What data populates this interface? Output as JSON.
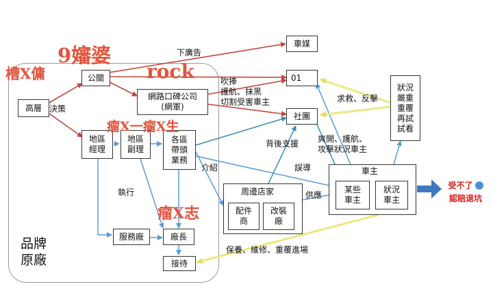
{
  "nodes": {
    "gaoceng": "高層",
    "gongguan": "公關",
    "wanglu": "網路口碑公司\n(網軍)",
    "diqu_jingli": "地區\n經理",
    "diqu_fuli": "地區\n副理",
    "gequ": "各區\n帶頭\n業務",
    "fuwuchang": "服務廠",
    "changzhang": "廠長",
    "jiedai": "接待",
    "chemei": "車媒",
    "o1": "01",
    "shetuan": "社團",
    "zhuangkuang_big": "狀況\n嚴重\n重覆\n再試\n試看",
    "zhoubian": "周邊店家",
    "peijian": "配件\n商",
    "gaizhuang": "改裝\n廠",
    "chezhu": "車主",
    "mouxie": "某些\n車主",
    "zhuangkuang": "狀況\n車主"
  },
  "labels": {
    "juece": "決策",
    "xia_guanggao": "下廣告",
    "chuipeng": "吹捧\n護航、抹黑\n切割受害車主",
    "qiujiu": "求救、反擊",
    "beihou": "背後支援",
    "shuangkai": "爽開、護航、\n攻擊狀況車主",
    "wudao": "誤導",
    "jieshao": "介紹",
    "gongying": "供應",
    "zhixing": "執行",
    "baoyang": "保養、維修、重覆進場",
    "pinpai": "品牌\n原廠"
  },
  "annotations": {
    "cao": "槽X傭",
    "bobo": "9嬸婆",
    "rock": "rock",
    "liu1": "瘤X一瘤X生",
    "liu2": "瘤X志"
  },
  "badge": {
    "text": "受不了",
    "subtext": "認賠退坑"
  },
  "colors": {
    "red_arrow": "#c0453b",
    "blue_arrow": "#5b9bd5",
    "teal_arrow": "#3b8db5",
    "gold_arrow": "#ece77f",
    "badge_red": "#d9201a",
    "badge_blue": "#3f78bd",
    "annotation": "#e2553f"
  }
}
